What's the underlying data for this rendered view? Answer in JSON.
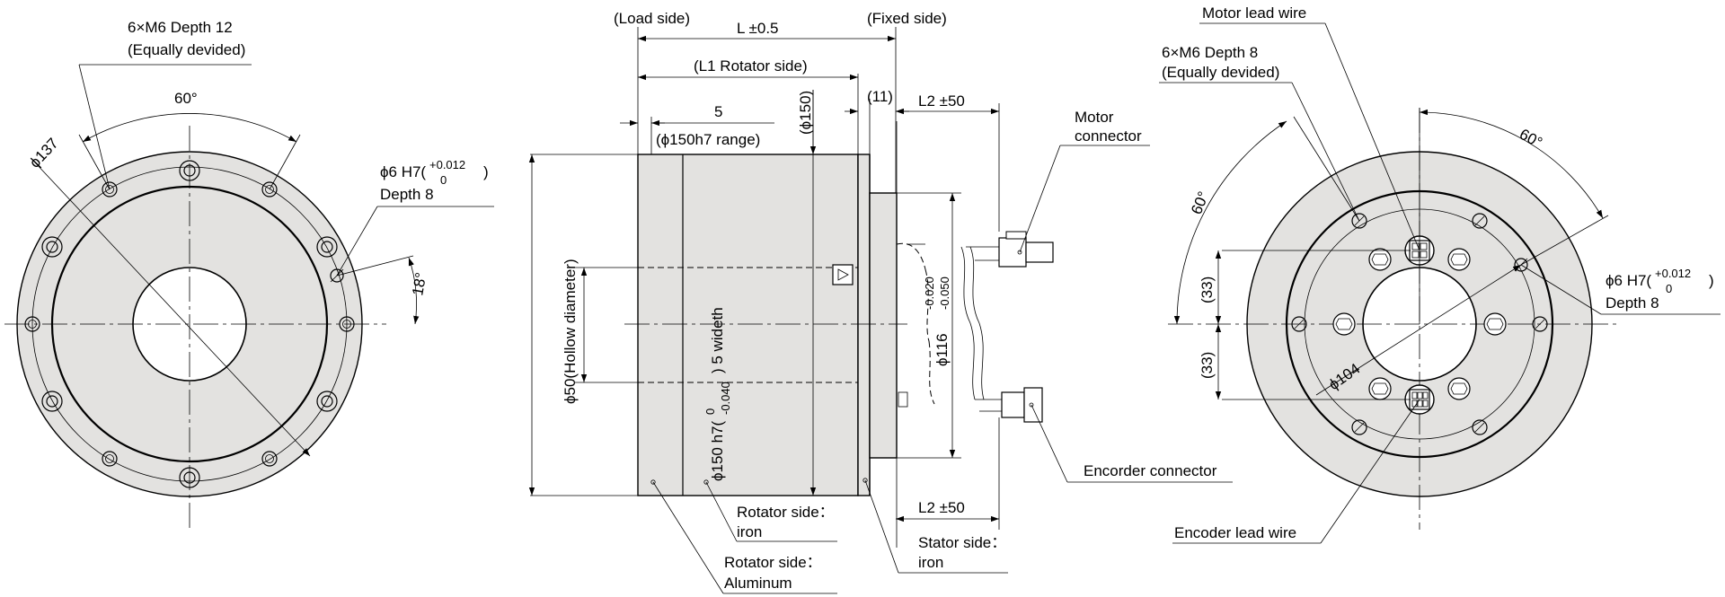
{
  "left_view": {
    "holes_label_1": "6×M6 Depth 12",
    "holes_label_2": "(Equally devided)",
    "angle_60": "60°",
    "dia_137": "ϕ137",
    "pin_label": "ϕ6 H7(",
    "pin_tol_upper": "+0.012",
    "pin_tol_lower": "0",
    "pin_label_close": ")",
    "pin_depth": "Depth 8",
    "angle_18": "18°"
  },
  "middle_view": {
    "load_side": "(Load side)",
    "fixed_side": "(Fixed side)",
    "dim_L": "L ±0.5",
    "dim_L1": "(L1 Rotator side)",
    "dim_5": "5",
    "dim_5_note": "(ϕ150h7 range)",
    "dim_phi150_ref": "(ϕ150)",
    "dim_11": "(11)",
    "dim_L2_top": "L2 ±50",
    "dim_L2_bottom": "L2 ±50",
    "outer_dia": "ϕ150 h7(",
    "outer_tol_upper": "0",
    "outer_tol_lower": "-0.040",
    "outer_suffix": ") 5 wideth",
    "hollow_dia": "ϕ50(Hollow diameter)",
    "stator_dia": "ϕ116",
    "stator_tol_upper": "-0.020",
    "stator_tol_lower": "-0.050",
    "motor_connector_1": "Motor",
    "motor_connector_2": "connector",
    "encoder_connector": "Encorder connector",
    "rotator_iron_1": "Rotator side：",
    "rotator_iron_2": "iron",
    "rotator_al_1": "Rotator side：",
    "rotator_al_2": "Aluminum",
    "stator_iron_1": "Stator side：",
    "stator_iron_2": "iron"
  },
  "right_view": {
    "motor_lead_wire": "Motor lead wire",
    "holes_label_1": "6×M6 Depth 8",
    "holes_label_2": "(Equally devided)",
    "angle_60_a": "60°",
    "angle_60_b": "60°",
    "dim_33_top": "(33)",
    "dim_33_bottom": "(33)",
    "dia_104": "ϕ104",
    "pin_label": "ϕ6 H7(",
    "pin_tol_upper": "+0.012",
    "pin_tol_lower": "0",
    "pin_label_close": ")",
    "pin_depth": "Depth 8",
    "encoder_lead_wire": "Encoder lead wire"
  },
  "colors": {
    "body_fill": "#e3e2e0",
    "line": "#000000",
    "background": "#ffffff"
  }
}
